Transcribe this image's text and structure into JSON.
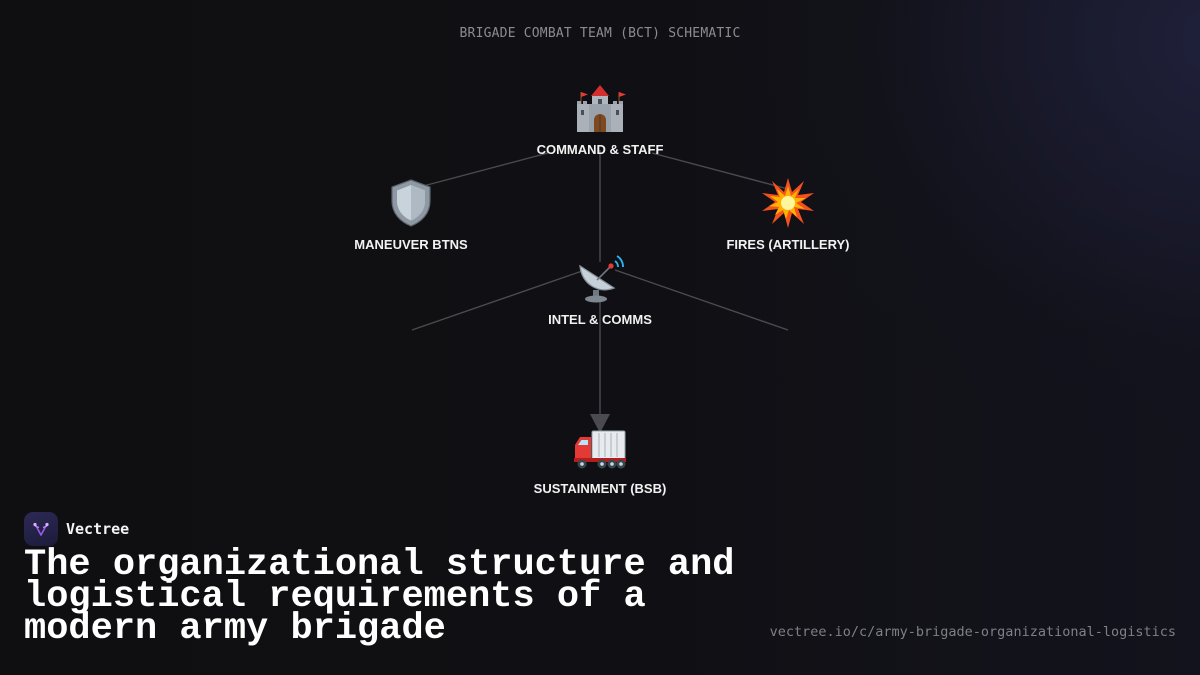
{
  "diagram": {
    "title": "BRIGADE COMBAT TEAM (BCT) SCHEMATIC",
    "nodes": [
      {
        "id": "command",
        "label": "COMMAND & STAFF",
        "icon": "castle-icon"
      },
      {
        "id": "maneuver",
        "label": "MANEUVER BTNS",
        "icon": "shield-icon"
      },
      {
        "id": "fires",
        "label": "FIRES (ARTILLERY)",
        "icon": "explosion-icon"
      },
      {
        "id": "intel",
        "label": "INTEL & COMMS",
        "icon": "satellite-dish-icon"
      },
      {
        "id": "sustainment",
        "label": "SUSTAINMENT (BSB)",
        "icon": "truck-icon"
      }
    ],
    "edges": [
      {
        "from": "command",
        "to": "maneuver"
      },
      {
        "from": "command",
        "to": "fires"
      },
      {
        "from": "command",
        "to": "intel"
      },
      {
        "from": "intel",
        "to": "maneuver"
      },
      {
        "from": "intel",
        "to": "fires"
      },
      {
        "from": "intel",
        "to": "sustainment",
        "arrow": true
      }
    ]
  },
  "footer": {
    "brand": "Vectree",
    "headline": "The organizational structure and logistical requirements of a modern army brigade",
    "url": "vectree.io/c/army-brigade-organizational-logistics"
  },
  "colors": {
    "background": "#0f0f12",
    "edge": "#4a4a50",
    "brand_accent": "#9b59e6"
  }
}
